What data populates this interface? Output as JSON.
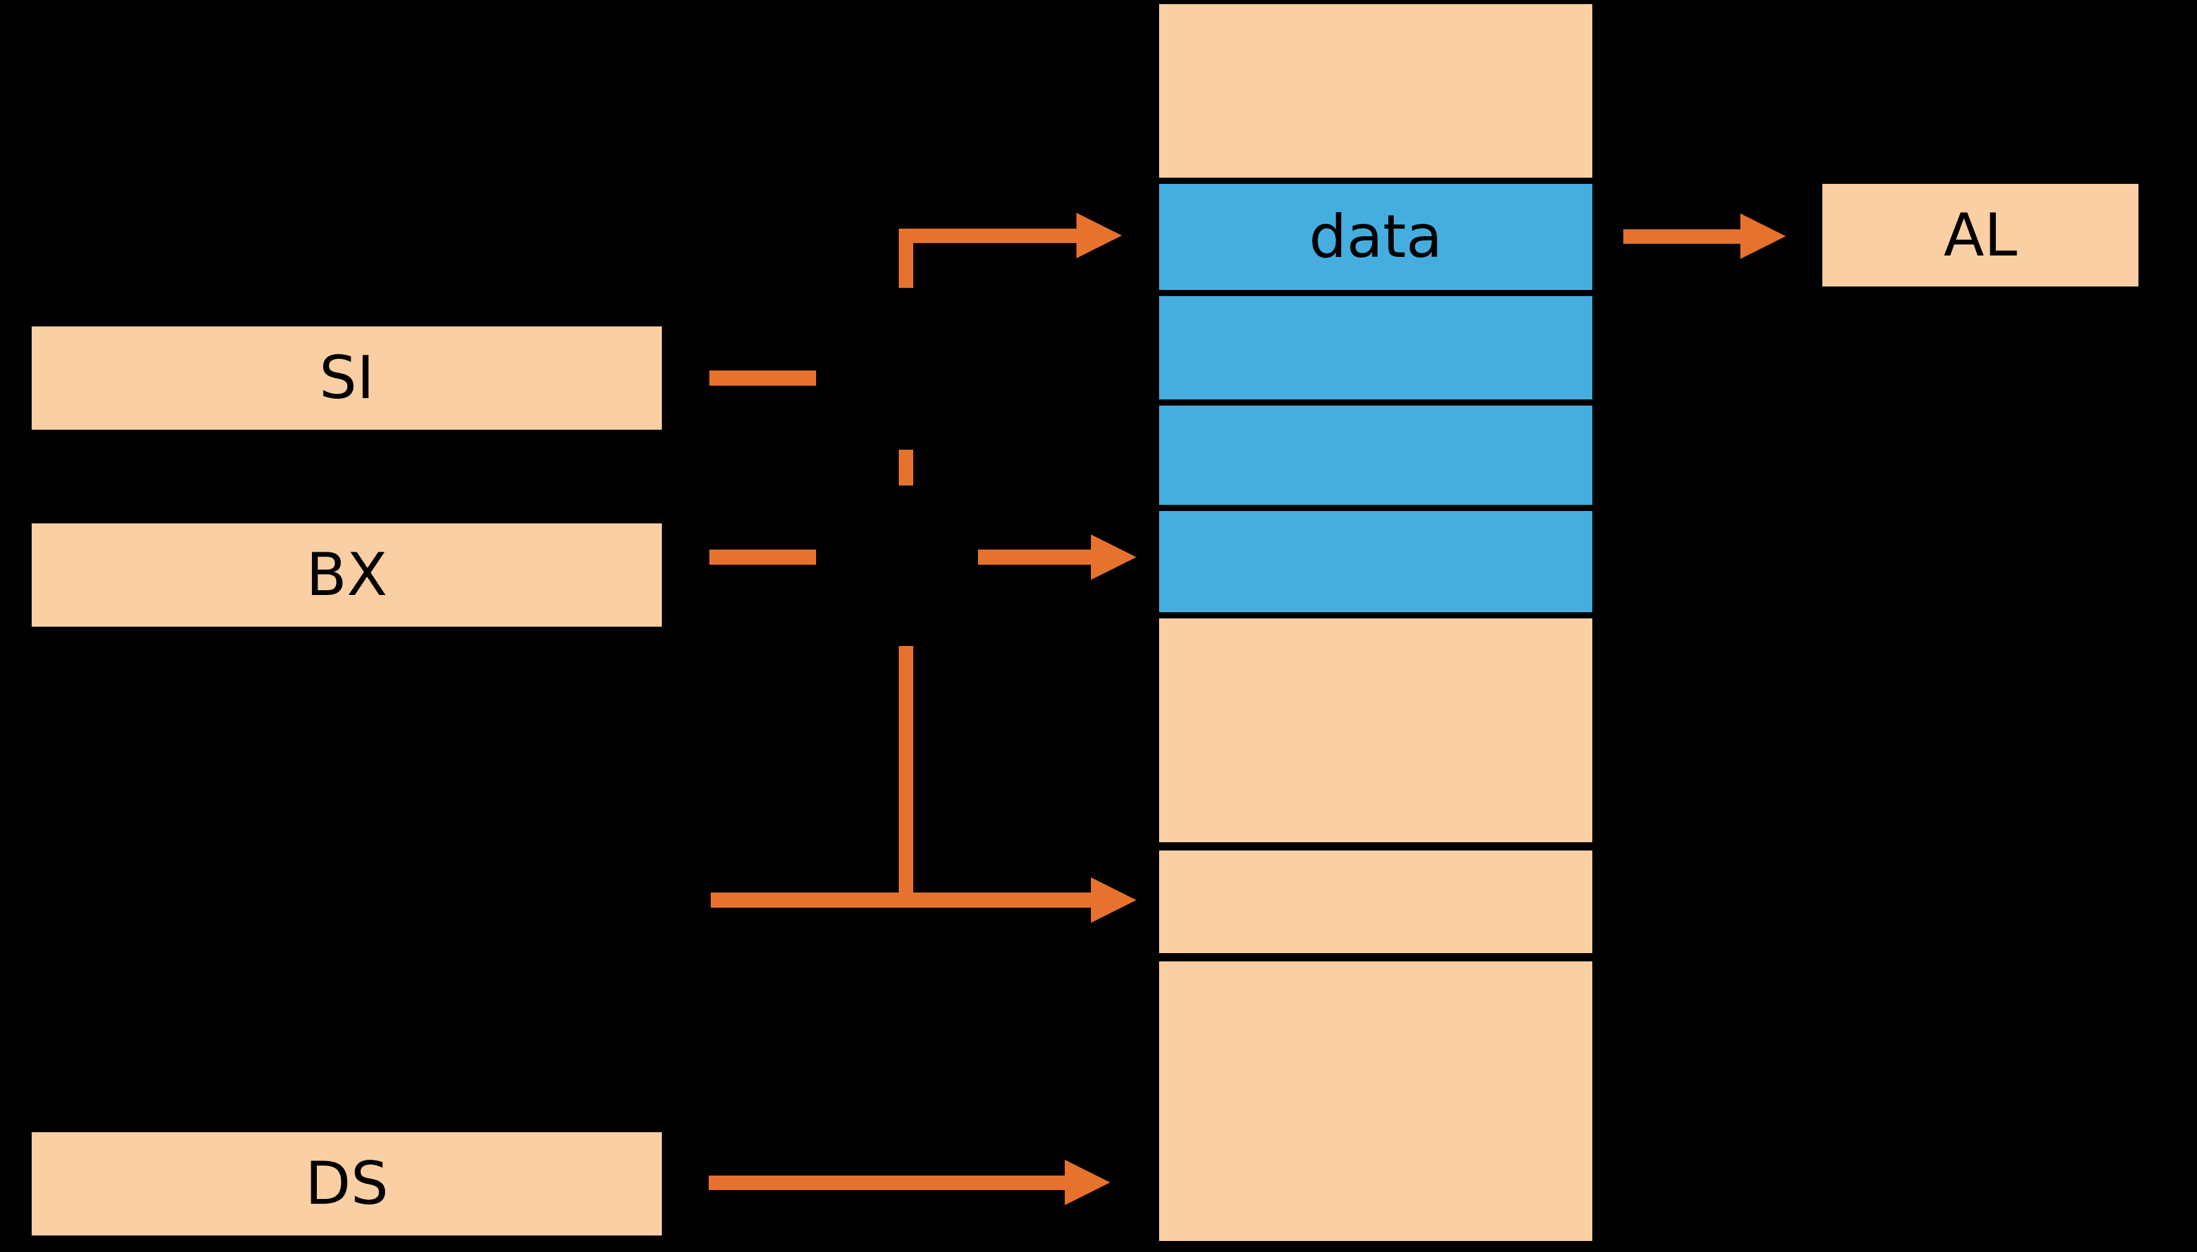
{
  "registers": {
    "si": {
      "label": "SI"
    },
    "bx": {
      "label": "BX"
    },
    "ds": {
      "label": "DS"
    },
    "al": {
      "label": "AL"
    }
  },
  "memory": {
    "cells": [
      {
        "kind": "normal",
        "label": ""
      },
      {
        "kind": "highlighted",
        "label": "data"
      },
      {
        "kind": "highlighted",
        "label": ""
      },
      {
        "kind": "highlighted",
        "label": ""
      },
      {
        "kind": "highlighted",
        "label": ""
      },
      {
        "kind": "normal",
        "label": ""
      },
      {
        "kind": "normal",
        "label": ""
      },
      {
        "kind": "normal",
        "label": ""
      }
    ]
  },
  "colors": {
    "background": "#000000",
    "box_fill": "#F9CFA3",
    "highlight_fill": "#45AEDE",
    "arrow": "#E7722E",
    "text": "#000000"
  }
}
